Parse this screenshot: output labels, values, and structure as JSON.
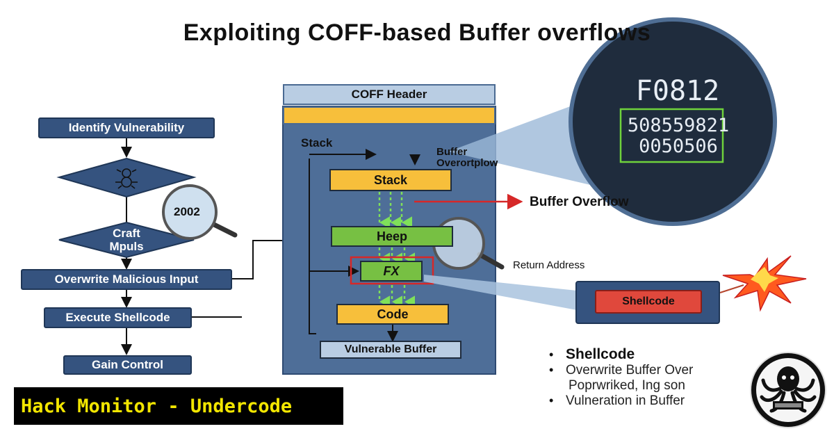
{
  "title": "Exploiting COFF-based Buffer overflows",
  "flowchart": {
    "identify": "Identify Vulnerability",
    "craft": "Craft\nMpuls",
    "overwrite": "Overwrite Malicious Input",
    "execute": "Execute Shellcode",
    "gain": "Gain Control",
    "magnifier_text": "2002"
  },
  "memory": {
    "header": "COFF Header",
    "stack_label": "Stack",
    "buffer_overflow_small": "Buffer\nOverortplow",
    "stack_block": "Stack",
    "heap_block": "Heep",
    "fx_block": "FX",
    "code_block": "Code",
    "vulnerable_buffer": "Vulnerable Buffer"
  },
  "annotations": {
    "buffer_overflow": "Buffer Overflow",
    "return_address": "Return Address"
  },
  "zoom": {
    "top": "F0812",
    "line1": "508559821",
    "line2": "0050506"
  },
  "shellcode_box": "Shellcode",
  "bullets": {
    "heading": "Shellcode",
    "item1": "Overwrite Buffer Over",
    "item1_cont": "Poprwriked, Ing son",
    "item2": "Vulneration in Buffer"
  },
  "watermark": "Hack Monitor - Undercode",
  "colors": {
    "flow_box": "#35537f",
    "memory_panel": "#4e6e98",
    "yellow_block": "#f7bf3b",
    "green_block": "#77c043",
    "alert_red": "#d62828",
    "watermark_text": "#f2e600"
  }
}
